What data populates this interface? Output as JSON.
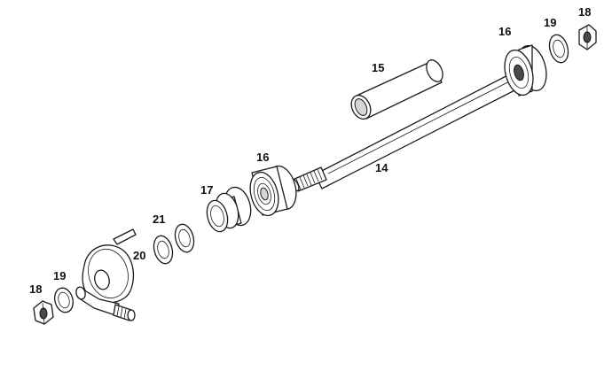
{
  "labels": {
    "axle": "14",
    "spacer_tube": "15",
    "bearing_right": "16",
    "bearing_left": "16",
    "bearing_spacer": "17",
    "nut_right": "18",
    "nut_left": "18",
    "washer_right": "19",
    "washer_left": "19",
    "shim_ring": "20",
    "seal_ring": "21"
  }
}
